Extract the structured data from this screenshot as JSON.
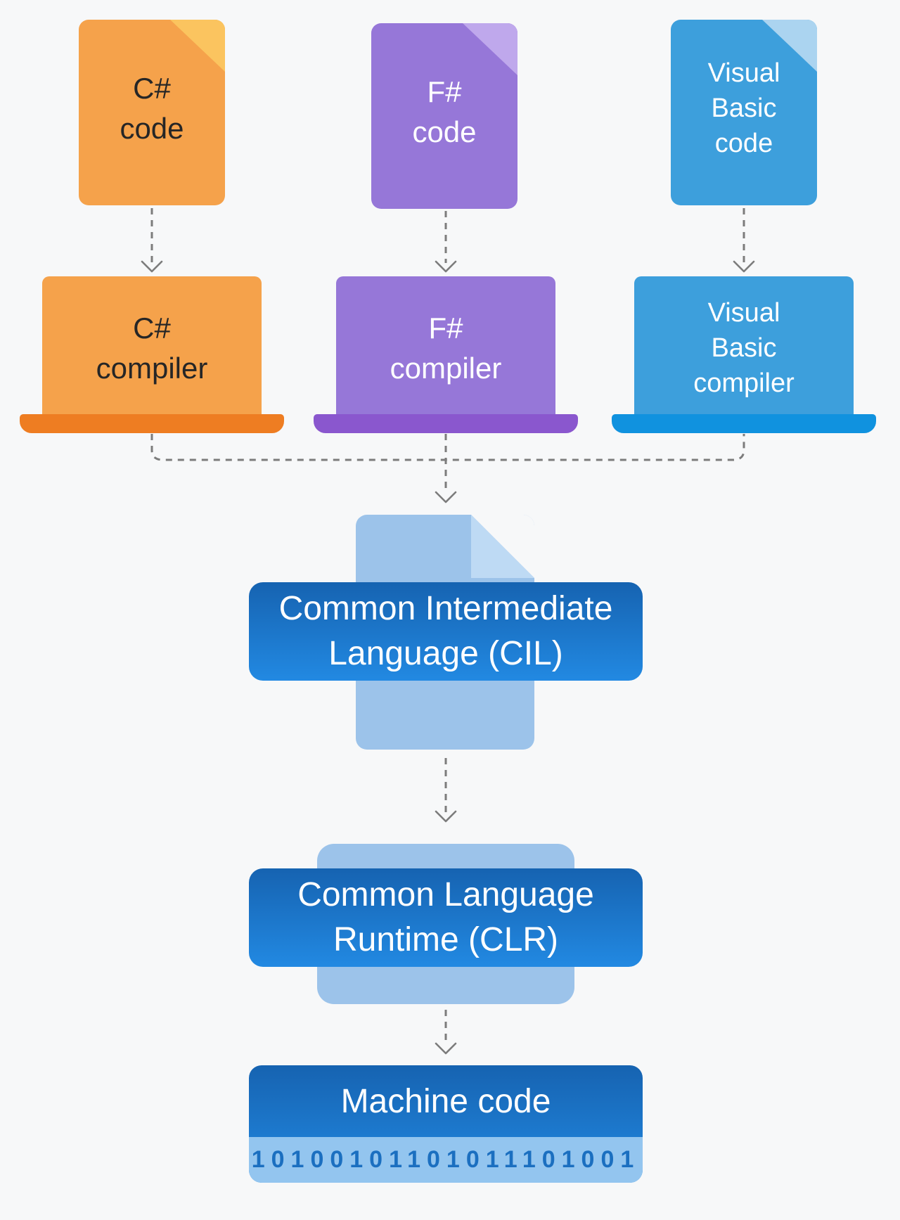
{
  "colors": {
    "page-bg": "#F7F8F9",
    "connector": "#7C7C7C",
    "orange-body": "#F5A24B",
    "orange-fold": "#FBC45F",
    "orange-base": "#EE7D22",
    "orange-text": "#262626",
    "purple-body": "#9677D8",
    "purple-fold": "#BFA8EC",
    "purple-base": "#8A57CE",
    "blue-body": "#3D9FDC",
    "blue-fold": "#ABD4F0",
    "blue-base": "#1092DF",
    "cil-doc": "#9CC3EA",
    "cil-fold": "#BEDAF4",
    "banner-top": "#1663B1",
    "banner-bottom": "#2289E2",
    "machine-strip": "#93C5EF",
    "binary-text": "#1B6FC0",
    "white-text": "#FFFFFF"
  },
  "docs": {
    "csharp": {
      "line1": "C#",
      "line2": "code"
    },
    "fsharp": {
      "line1": "F#",
      "line2": "code"
    },
    "vb": {
      "line1": "Visual",
      "line2": "Basic",
      "line3": "code"
    }
  },
  "compilers": {
    "csharp": {
      "line1": "C#",
      "line2": "compiler"
    },
    "fsharp": {
      "line1": "F#",
      "line2": "compiler"
    },
    "vb": {
      "line1": "Visual",
      "line2": "Basic",
      "line3": "compiler"
    }
  },
  "cil": {
    "line1": "Common Intermediate",
    "line2": "Language (CIL)"
  },
  "clr": {
    "line1": "Common Language",
    "line2": "Runtime (CLR)"
  },
  "machine": {
    "title": "Machine code",
    "binary": "10100101101011101001"
  }
}
